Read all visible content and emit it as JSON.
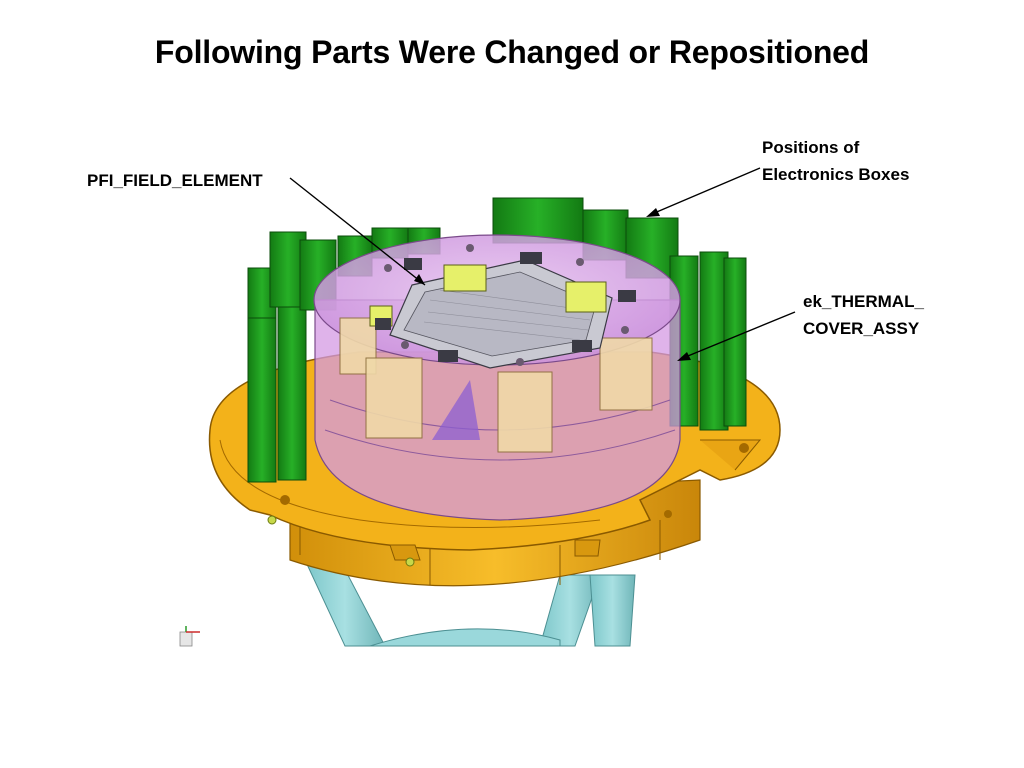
{
  "slide": {
    "title": "Following Parts Were Changed or Repositioned"
  },
  "callouts": {
    "pfi_field_element": "PFI_FIELD_ELEMENT",
    "electronics_boxes": {
      "line1": "Positions of",
      "line2": "Electronics Boxes"
    },
    "thermal_cover": {
      "line1": "ek_THERMAL_",
      "line2": "COVER_ASSY"
    }
  },
  "colors": {
    "flange": "#f3b21a",
    "flange_edge": "#8a5a00",
    "electronics_box": "#1f9a1f",
    "cover": "#d9a8e6",
    "struts": "#8fd3d6",
    "bracket": "#f0d9a8",
    "mount_yellow": "#e6f06a"
  }
}
